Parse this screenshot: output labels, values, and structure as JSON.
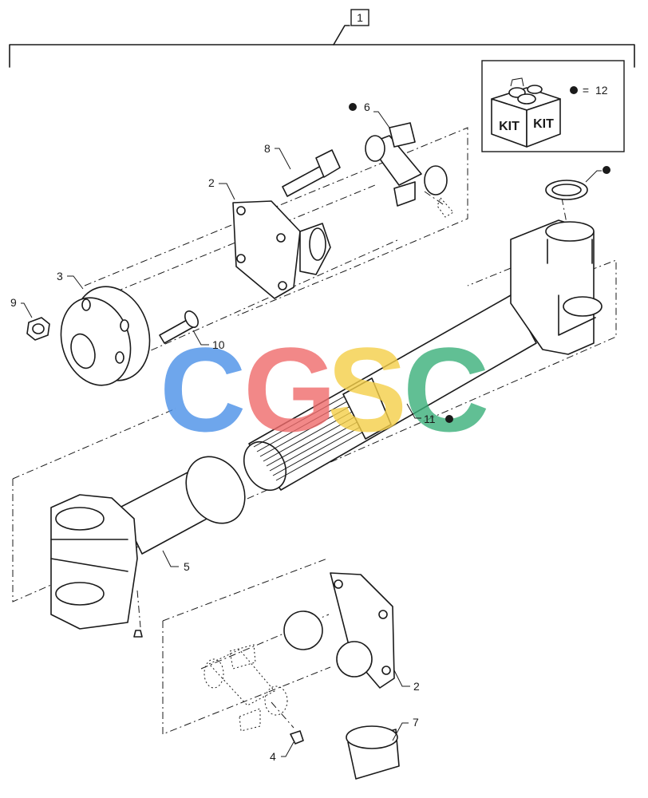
{
  "assembly_label": "1",
  "callouts": {
    "c2a": "2",
    "c2b": "2",
    "c3": "3",
    "c4": "4",
    "c5": "5",
    "c6": "6",
    "c7": "7",
    "c8": "8",
    "c9": "9",
    "c10": "10",
    "c11": "11"
  },
  "kit": {
    "box_text_left": "KIT",
    "box_text_right": "KIT",
    "equals": "=",
    "kit_number": "12"
  },
  "watermark": {
    "letters": [
      "C",
      "G",
      "S",
      "C"
    ],
    "colors": [
      "#4a90e8",
      "#ef6b6b",
      "#f5cf48",
      "#3ab07a"
    ]
  },
  "colors": {
    "line": "#1a1a1a",
    "background": "#ffffff"
  }
}
